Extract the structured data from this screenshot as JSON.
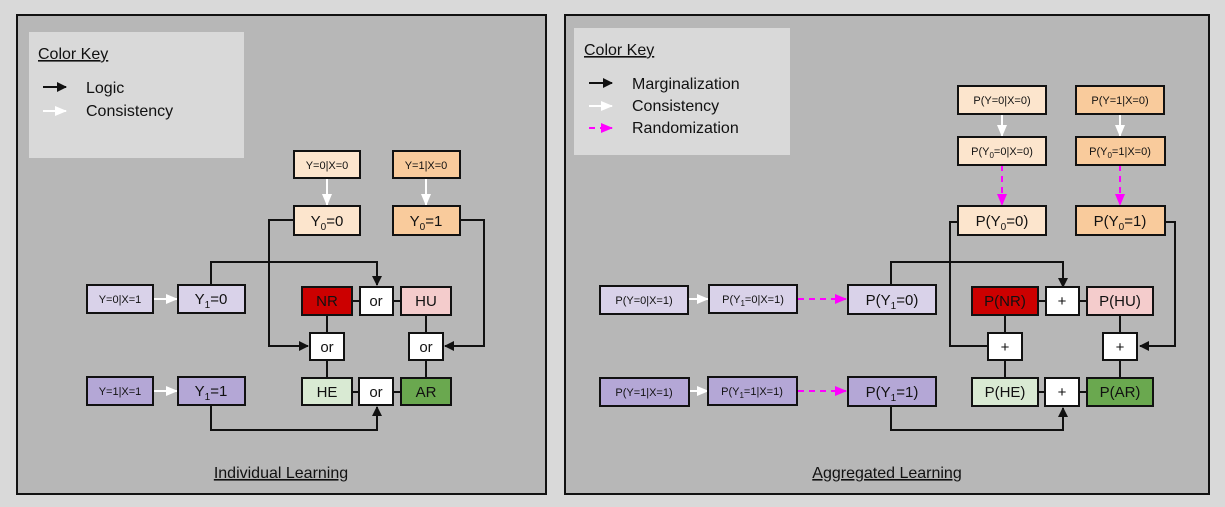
{
  "colors": {
    "background": "#d9d9d9",
    "panel": "#b7b7b7",
    "key_bg": "#d9d9d9",
    "y0_light": "#fce5cd",
    "y0_dark": "#f9cb9c",
    "y1_light": "#d9d2e9",
    "y1_dark": "#b4a7d6",
    "nr": "#cc0000",
    "hu": "#f4cccc",
    "he": "#d9ead3",
    "ar": "#6aa84f",
    "op": "#ffffff",
    "logic_arrow": "#000000",
    "consistency_arrow": "#ffffff",
    "randomization_arrow": "#ff00ff"
  },
  "left": {
    "caption": "Individual Learning",
    "key": {
      "title": "Color Key",
      "items": [
        {
          "label": "Logic",
          "style": "black-arrow"
        },
        {
          "label": "Consistency",
          "style": "white-arrow"
        }
      ]
    },
    "nodes": {
      "y0x0": "Y=0|X=0",
      "y1x0": "Y=1|X=0",
      "y0_0": {
        "base": "Y",
        "sub": "0",
        "rest": "=0"
      },
      "y0_1": {
        "base": "Y",
        "sub": "0",
        "rest": "=1"
      },
      "y0x1": "Y=0|X=1",
      "y1x1": "Y=1|X=1",
      "y1_0": {
        "base": "Y",
        "sub": "1",
        "rest": "=0"
      },
      "y1_1": {
        "base": "Y",
        "sub": "1",
        "rest": "=1"
      },
      "nr": "NR",
      "hu": "HU",
      "he": "HE",
      "ar": "AR",
      "op": "or"
    }
  },
  "right": {
    "caption": "Aggregated Learning",
    "key": {
      "title": "Color Key",
      "items": [
        {
          "label": "Marginalization",
          "style": "black-arrow"
        },
        {
          "label": "Consistency",
          "style": "white-arrow"
        },
        {
          "label": "Randomization",
          "style": "magenta-dashed-arrow"
        }
      ]
    },
    "nodes": {
      "py0x0": "P(Y=0|X=0)",
      "py1x0": "P(Y=1|X=0)",
      "py00x0": {
        "pre": "P(Y",
        "sub": "0",
        "rest": "=0|X=0)"
      },
      "py01x0": {
        "pre": "P(Y",
        "sub": "0",
        "rest": "=1|X=0)"
      },
      "py0_0": {
        "pre": "P(Y",
        "sub": "0",
        "rest": "=0)"
      },
      "py0_1": {
        "pre": "P(Y",
        "sub": "0",
        "rest": "=1)"
      },
      "py0x1": "P(Y=0|X=1)",
      "py1x1": "P(Y=1|X=1)",
      "py10x1": {
        "pre": "P(Y",
        "sub": "1",
        "rest": "=0|X=1)"
      },
      "py11x1": {
        "pre": "P(Y",
        "sub": "1",
        "rest": "=1|X=1)"
      },
      "py1_0": {
        "pre": "P(Y",
        "sub": "1",
        "rest": "=0)"
      },
      "py1_1": {
        "pre": "P(Y",
        "sub": "1",
        "rest": "=1)"
      },
      "nr": "P(NR)",
      "hu": "P(HU)",
      "he": "P(HE)",
      "ar": "P(AR)",
      "op": "+"
    }
  }
}
